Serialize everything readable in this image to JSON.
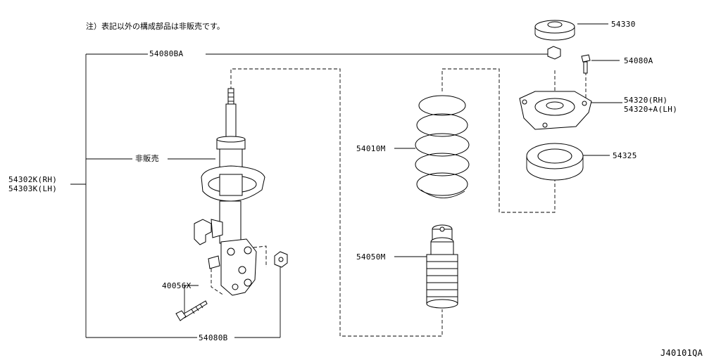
{
  "note": "注）表記以外の構成部品は非販売です。",
  "labels": {
    "p54080BA": "54080BA",
    "p54302K": "54302K(RH)",
    "p54303K": "54303K(LH)",
    "not_sold": "非販売",
    "p40056X": "40056X",
    "p54080B": "54080B",
    "p54010M": "54010M",
    "p54050M": "54050M",
    "p54330": "54330",
    "p54080A": "54080A",
    "p54320": "54320(RH)",
    "p54320A": "54320+A(LH)",
    "p54325": "54325"
  },
  "diagram_id": "J40101QA"
}
